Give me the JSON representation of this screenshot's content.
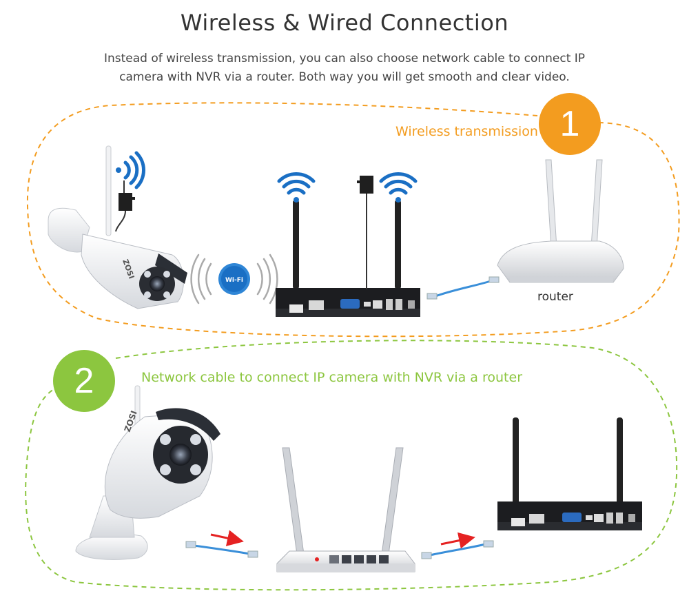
{
  "title": "Wireless & Wired Connection",
  "subtitle": {
    "line1": "Instead of wireless transmission, you can also choose network cable to connect IP",
    "line2": "camera with NVR via a router. Both way you will get smooth and clear video."
  },
  "section1": {
    "number": "1",
    "label": "Wireless transmission",
    "router_label": "router",
    "wifi_badge": "Wi-Fi",
    "camera_brand": "ZOSI"
  },
  "section2": {
    "number": "2",
    "label": "Network cable to connect IP camera with NVR via a router",
    "camera_brand": "ZOSI"
  },
  "colors": {
    "orange": "#f39c1f",
    "green": "#8cc63f",
    "wifi_blue": "#1a6fc4",
    "arrow_red": "#e52222"
  },
  "icons": [
    "wifi-signal-icon",
    "power-adapter-icon",
    "ip-camera-icon",
    "nvr-icon",
    "router-icon",
    "network-cable-icon",
    "arrow-icon"
  ]
}
